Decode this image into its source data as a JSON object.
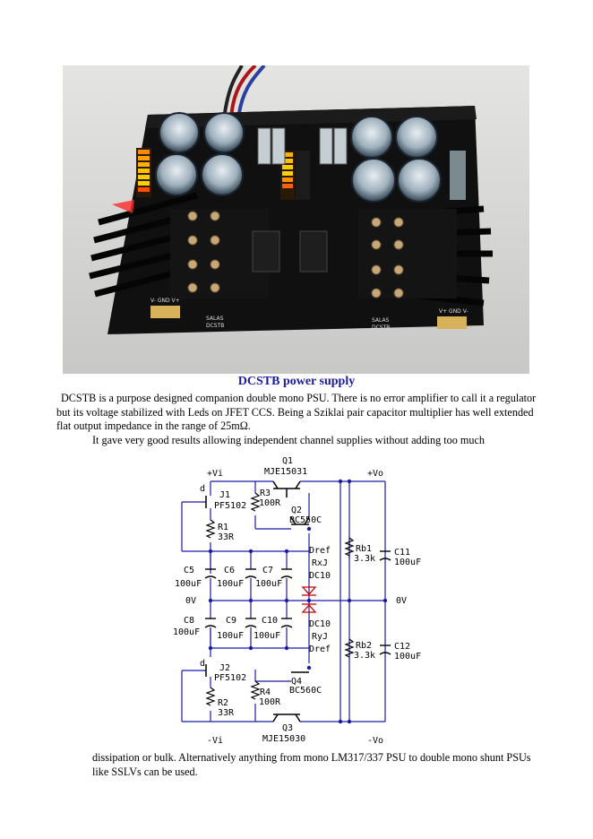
{
  "photo": {
    "alt_board_labels": [
      "V- GND V+",
      "SALAS DCSTB",
      "SALAS DCSTB",
      "V+ GND V-"
    ]
  },
  "title": "DCSTB power supply",
  "paragraphs": {
    "p1": "DCSTB is a purpose designed companion double mono PSU. There is no error amplifier to call it a regulator but its voltage stabilized with Leds on JFET CCS. Being a Sziklai pair capacitor multiplier has well extended flat output impedance in the range of 25mΩ.",
    "p2": "It gave very good results allowing independent channel supplies without adding too much",
    "p3": "dissipation or bulk. Alternatively anything from mono LM317/337 PSU to double mono shunt PSUs like SSLVs can be used."
  },
  "schematic": {
    "vi_pos": "+Vi",
    "vo_pos": "+Vo",
    "vi_neg": "-Vi",
    "vo_neg": "-Vo",
    "zero_left": "0V",
    "zero_right": "0V",
    "q1": "Q1",
    "q1_part": "MJE15031",
    "q3": "Q3",
    "q3_part": "MJE15030",
    "q2": "Q2",
    "q2_part": "BC550C",
    "q4": "Q4",
    "q4_part": "BC560C",
    "j1": "J1",
    "j1_part": "PF5102",
    "j2": "J2",
    "j2_part": "PF5102",
    "r1": "R1",
    "r1_val": "33R",
    "r2": "R2",
    "r2_val": "33R",
    "r3": "R3",
    "r3_val": "100R",
    "r4": "R4",
    "r4_val": "100R",
    "rb1": "Rb1",
    "rb1_val": "3.3k",
    "rb2": "Rb2",
    "rb2_val": "3.3k",
    "c5": "C5",
    "c5_val": "100uF",
    "c6": "C6",
    "c6_val": "100uF",
    "c7": "C7",
    "c7_val": "100uF",
    "c8": "C8",
    "c8_val": "100uF",
    "c9": "C9",
    "c9_val": "100uF",
    "c10": "C10",
    "c10_val": "100uF",
    "c11": "C11",
    "c11_val": "100uF",
    "c12": "C12",
    "c12_val": "100uF",
    "dref": "Dref",
    "rxj": "RxJ",
    "dc10": "DC10",
    "ryj": "RyJ",
    "d_top": "d",
    "d_bot": "d"
  }
}
